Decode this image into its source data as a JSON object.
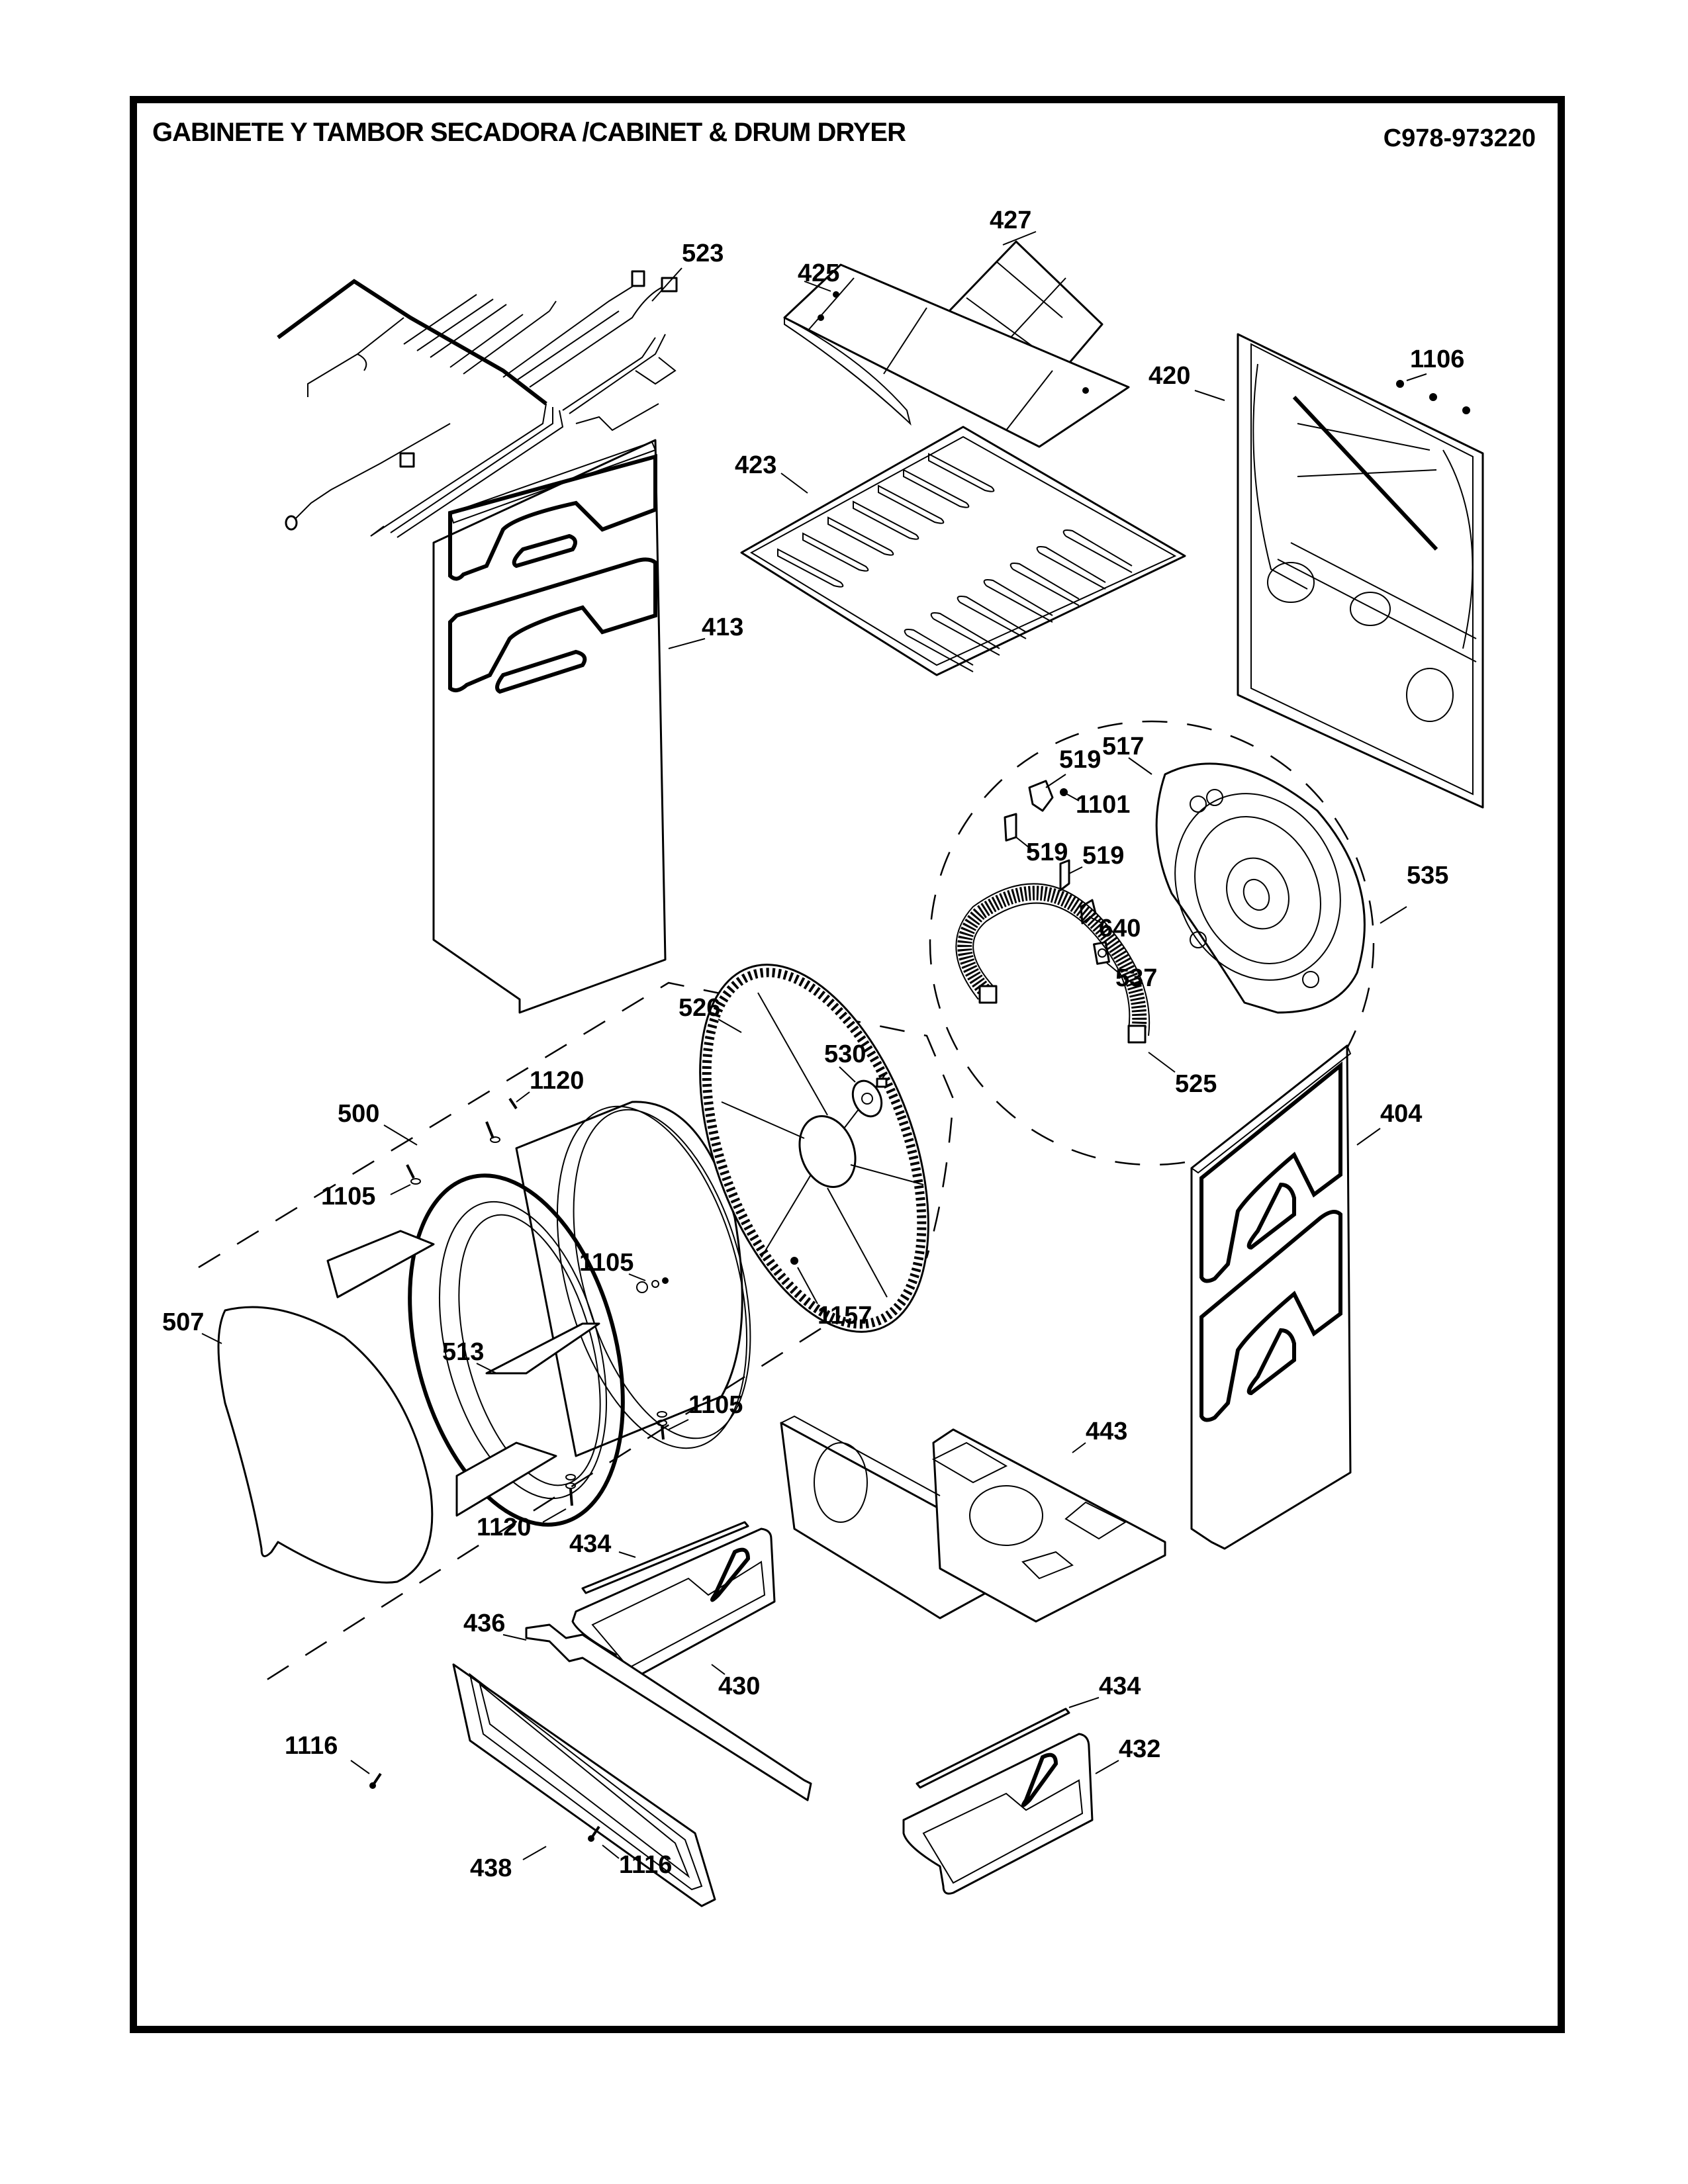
{
  "header": {
    "title": "GABINETE Y TAMBOR SECADORA /CABINET & DRUM  DRYER",
    "diagram_code": "C978-973220"
  },
  "parts": [
    {
      "id": "523",
      "label": "523",
      "description": "wire-harness"
    },
    {
      "id": "427",
      "label": "427",
      "description": "top-insulation-pad"
    },
    {
      "id": "425",
      "label": "425",
      "description": "top-cover-panel"
    },
    {
      "id": "1106",
      "label": "1106",
      "description": "rear-panel-screws"
    },
    {
      "id": "420",
      "label": "420",
      "description": "rear-panel"
    },
    {
      "id": "423",
      "label": "423",
      "description": "top-base-pan"
    },
    {
      "id": "413",
      "label": "413",
      "description": "left-side-panel"
    },
    {
      "id": "519a",
      "label": "519",
      "description": "bracket"
    },
    {
      "id": "517",
      "label": "517",
      "description": "rear-bulkhead"
    },
    {
      "id": "1101",
      "label": "1101",
      "description": "screw"
    },
    {
      "id": "519b",
      "label": "519",
      "description": "bracket"
    },
    {
      "id": "519c",
      "label": "519",
      "description": "bracket"
    },
    {
      "id": "535",
      "label": "535",
      "description": "heater-assembly-group"
    },
    {
      "id": "640",
      "label": "640",
      "description": "bracket"
    },
    {
      "id": "537",
      "label": "537",
      "description": "thermostat"
    },
    {
      "id": "526",
      "label": "526",
      "description": "rear-drum-screen"
    },
    {
      "id": "530",
      "label": "530",
      "description": "drum-bearing"
    },
    {
      "id": "525",
      "label": "525",
      "description": "heater-element"
    },
    {
      "id": "404",
      "label": "404",
      "description": "right-side-panel"
    },
    {
      "id": "500",
      "label": "500",
      "description": "drum-assembly"
    },
    {
      "id": "1120a",
      "label": "1120",
      "description": "screw"
    },
    {
      "id": "1105a",
      "label": "1105",
      "description": "washer"
    },
    {
      "id": "1105b",
      "label": "1105",
      "description": "washer"
    },
    {
      "id": "507",
      "label": "507",
      "description": "front-bulkhead"
    },
    {
      "id": "513",
      "label": "513",
      "description": "drum-baffle"
    },
    {
      "id": "1157",
      "label": "1157",
      "description": "screw"
    },
    {
      "id": "1105c",
      "label": "1105",
      "description": "washer"
    },
    {
      "id": "443",
      "label": "443",
      "description": "base-assembly"
    },
    {
      "id": "1120b",
      "label": "1120",
      "description": "screw"
    },
    {
      "id": "434a",
      "label": "434",
      "description": "gasket-strip"
    },
    {
      "id": "430",
      "label": "430",
      "description": "left-base-panel"
    },
    {
      "id": "436",
      "label": "436",
      "description": "toe-kick-bracket"
    },
    {
      "id": "1116a",
      "label": "1116",
      "description": "screw"
    },
    {
      "id": "434b",
      "label": "434",
      "description": "gasket-strip"
    },
    {
      "id": "432",
      "label": "432",
      "description": "right-base-panel"
    },
    {
      "id": "438",
      "label": "438",
      "description": "toe-kick-panel"
    },
    {
      "id": "1116b",
      "label": "1116",
      "description": "screw"
    }
  ]
}
